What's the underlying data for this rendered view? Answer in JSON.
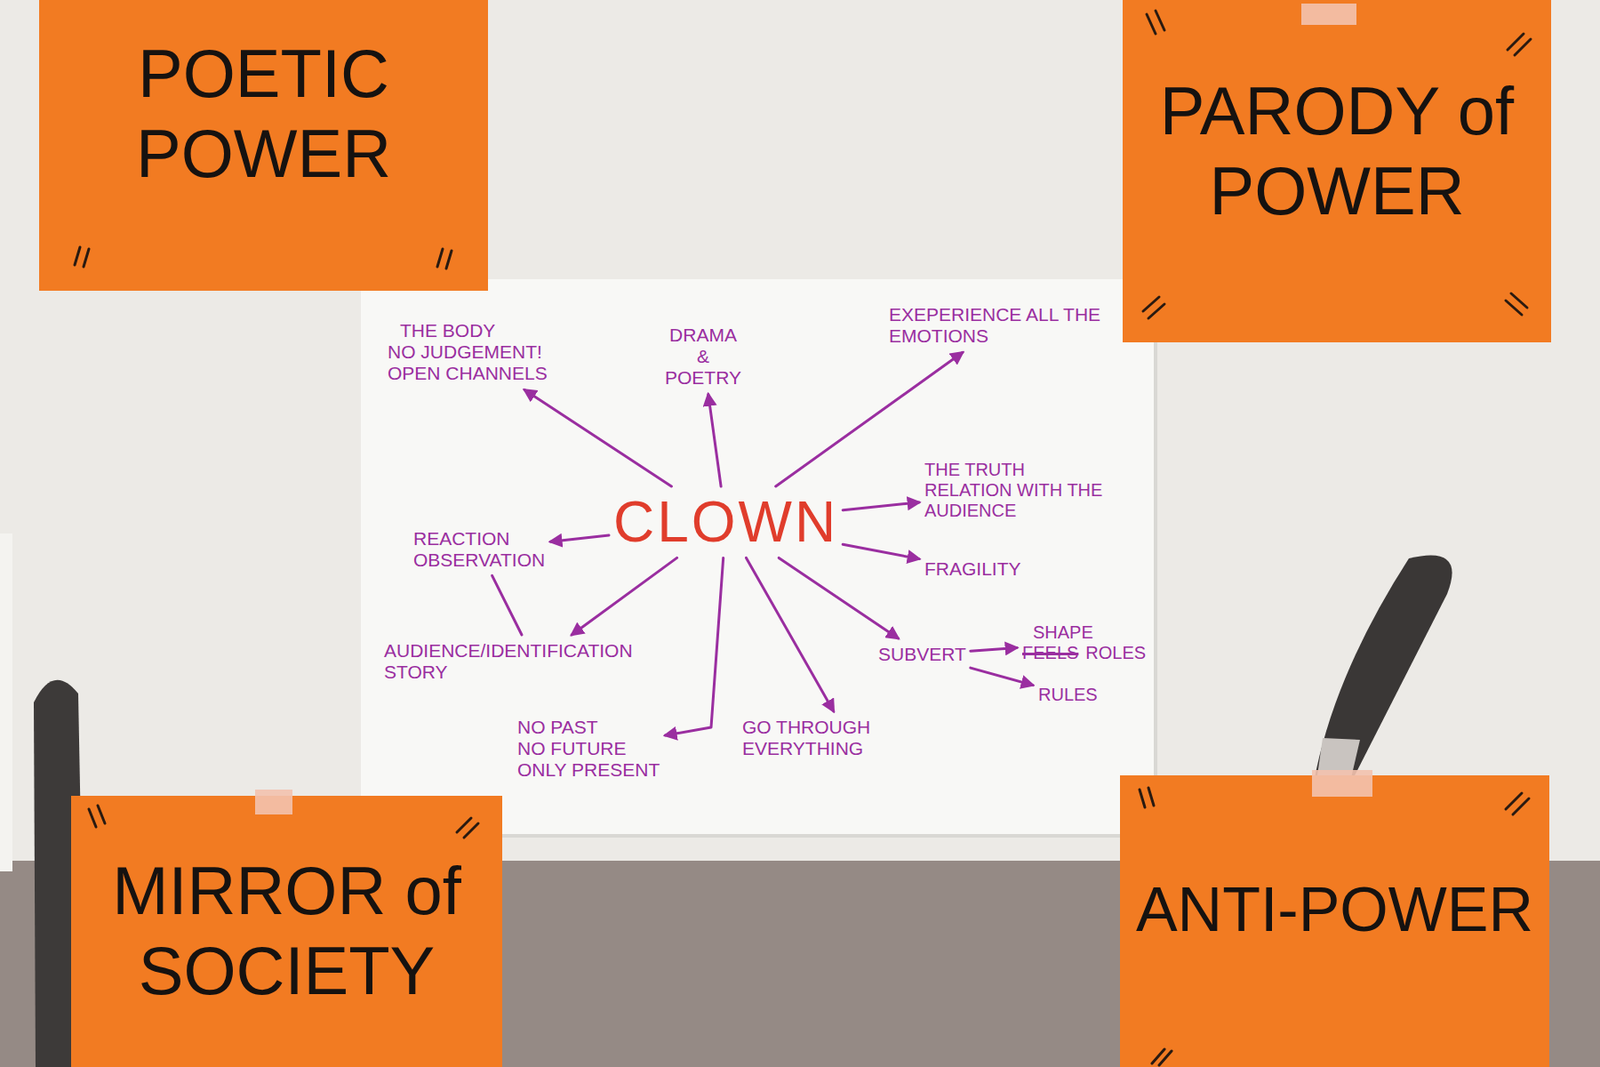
{
  "diagram": {
    "nodes": [
      {
        "text": [
          "POETIC POWER"
        ]
      },
      {
        "text": [
          "PARODY of POWER"
        ]
      },
      {
        "text": [
          "THE BODY",
          "NO JUDGEMENT!",
          "OPEN CHANNELS"
        ]
      },
      {
        "text": [
          "DRAMA & POETRY"
        ]
      },
      {
        "text": [
          "EXEPERIENCE ALL THE EMOTIONS"
        ]
      },
      {
        "text": [
          "REACTION OBSERVATION"
        ]
      },
      {
        "text": [
          "CLOWN"
        ]
      },
      {
        "text": [
          "THE TRUTH",
          "RELATION WITH THE AUDIENCE"
        ]
      },
      {
        "text": [
          "FRAGILITY"
        ]
      },
      {
        "text": [
          "AUDIENCE/IDENTIFICATION STORY"
        ]
      },
      {
        "text": [
          "SUBVERT"
        ]
      },
      {
        "text": [
          "SHAPE",
          "ROLES"
        ]
      },
      {
        "text": [
          "RULES"
        ]
      },
      {
        "text": [
          "GO THROUGH EVERYTHING"
        ]
      },
      {
        "text": [
          "NO PAST",
          "NO FUTURE",
          "ONLY PRESENT"
        ]
      },
      {
        "text": [
          "MIRROR of SOCIETY"
        ]
      },
      {
        "text": [
          "ANTI-POWER"
        ]
      }
    ],
    "edges": [
      {
        "from": 6,
        "to": 2,
        "arrow": "to"
      },
      {
        "from": 6,
        "to": 3,
        "arrow": "to"
      },
      {
        "from": 6,
        "to": 4,
        "arrow": "to"
      },
      {
        "from": 6,
        "to": 7,
        "arrow": "to"
      },
      {
        "from": 6,
        "to": 8,
        "arrow": "to"
      },
      {
        "from": 6,
        "to": 10,
        "arrow": "to"
      },
      {
        "from": 10,
        "to": 11,
        "arrow": "to"
      },
      {
        "from": 10,
        "to": 12,
        "arrow": "to"
      },
      {
        "from": 6,
        "to": 13,
        "arrow": "to"
      },
      {
        "from": 6,
        "to": 14,
        "arrow": "to"
      },
      {
        "from": 6,
        "to": 9,
        "arrow": "to"
      },
      {
        "from": 6,
        "to": 5,
        "arrow": "to"
      },
      {
        "from": 5,
        "to": 9,
        "arrow": "none"
      }
    ],
    "labels": [
      "FEELS"
    ]
  }
}
